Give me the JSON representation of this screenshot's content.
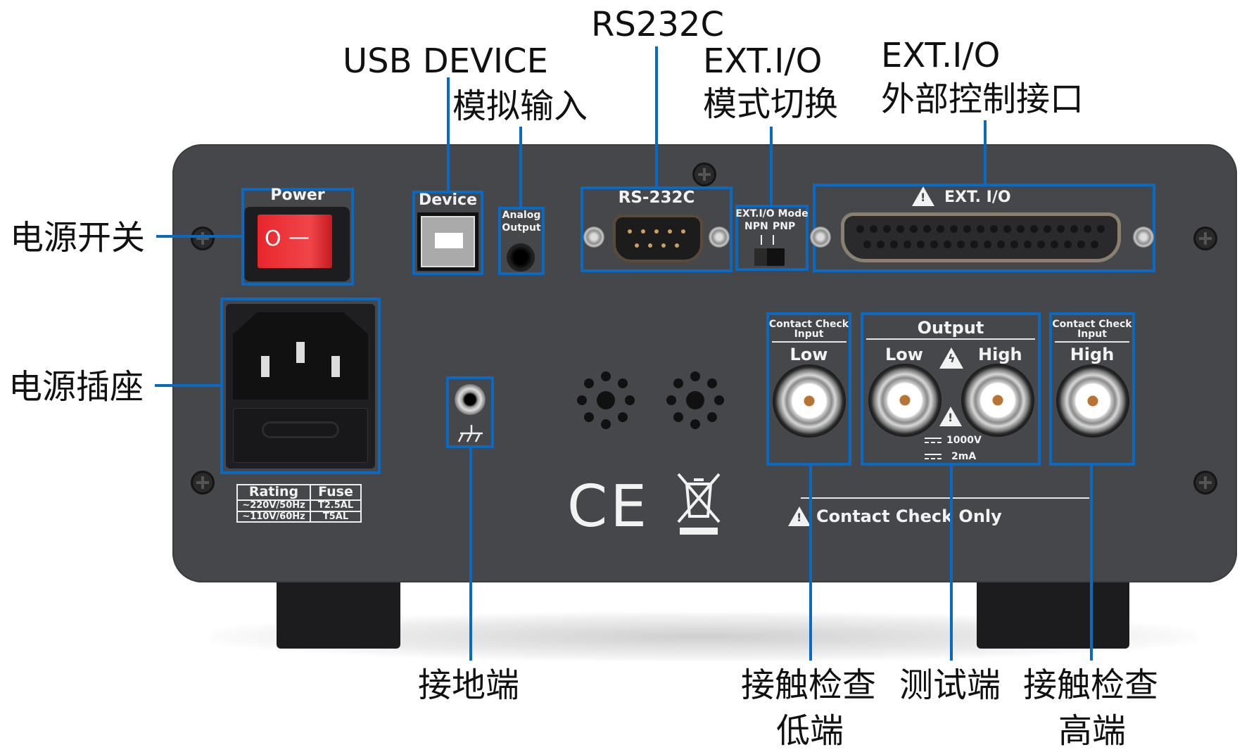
{
  "callouts": {
    "power_switch": "电源开关",
    "power_socket": "电源插座",
    "usb_device": "USB DEVICE",
    "analog_input": "模拟输入",
    "rs232c": "RS232C",
    "ext_io_mode_1": "EXT.I/O",
    "ext_io_mode_2": "模式切换",
    "ext_io_1": "EXT.I/O",
    "ext_io_2": "外部控制接口",
    "ground": "接地端",
    "cc_low_1": "接触检查",
    "cc_low_2": "低端",
    "test_terminal": "测试端",
    "cc_high_1": "接触检查",
    "cc_high_2": "高端"
  },
  "panel": {
    "power": "Power",
    "switch_off": "O",
    "switch_on": "—",
    "device": "Device",
    "analog_1": "Analog",
    "analog_2": "Output",
    "rs232": "RS-232C",
    "mode_title": "EXT.I/O Mode",
    "mode_npn": "NPN",
    "mode_pnp": "PNP",
    "ext_io": "EXT. I/O",
    "cc_header_1": "Contact Check",
    "cc_header_2": "Input",
    "low": "Low",
    "high": "High",
    "output": "Output",
    "voltage": "1000V",
    "current": "2mA",
    "contact_check_only": "Contact Check Only",
    "ce_mark": "CE",
    "rating": {
      "headers": [
        "Rating",
        "Fuse"
      ],
      "rows": [
        [
          "~220V/50Hz",
          "T2.5AL"
        ],
        [
          "~110V/60Hz",
          "T5AL"
        ]
      ]
    }
  },
  "colors": {
    "callout": "#0a6ac2",
    "panel": "#45474b",
    "switch": "#e8262c"
  }
}
